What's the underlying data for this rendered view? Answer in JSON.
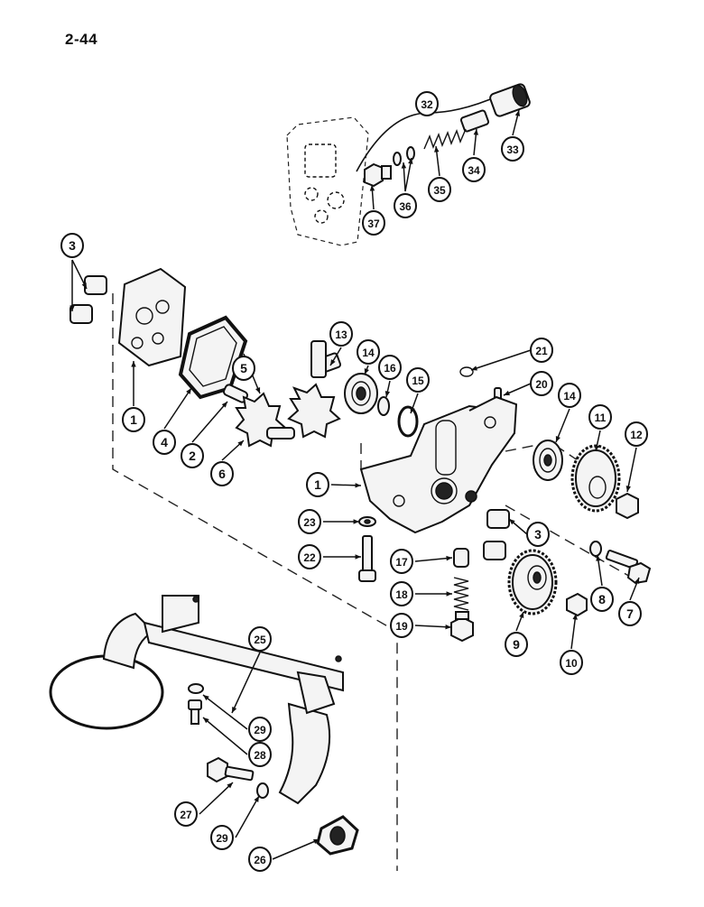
{
  "page_number": "2-44",
  "callouts": [
    {
      "label": "32"
    },
    {
      "label": "33"
    },
    {
      "label": "34"
    },
    {
      "label": "35"
    },
    {
      "label": "36"
    },
    {
      "label": "37"
    },
    {
      "label": "3"
    },
    {
      "label": "1"
    },
    {
      "label": "4"
    },
    {
      "label": "2"
    },
    {
      "label": "6"
    },
    {
      "label": "5"
    },
    {
      "label": "13"
    },
    {
      "label": "14"
    },
    {
      "label": "16"
    },
    {
      "label": "15"
    },
    {
      "label": "21"
    },
    {
      "label": "20"
    },
    {
      "label": "14"
    },
    {
      "label": "11"
    },
    {
      "label": "12"
    },
    {
      "label": "1"
    },
    {
      "label": "23"
    },
    {
      "label": "22"
    },
    {
      "label": "17"
    },
    {
      "label": "18"
    },
    {
      "label": "19"
    },
    {
      "label": "3"
    },
    {
      "label": "9"
    },
    {
      "label": "8"
    },
    {
      "label": "7"
    },
    {
      "label": "10"
    },
    {
      "label": "25"
    },
    {
      "label": "29"
    },
    {
      "label": "28"
    },
    {
      "label": "27"
    },
    {
      "label": "29"
    },
    {
      "label": "26"
    }
  ]
}
